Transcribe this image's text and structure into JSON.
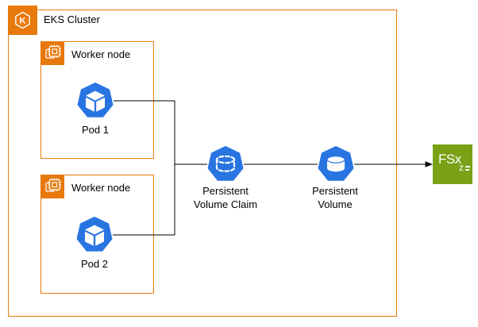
{
  "diagram": {
    "cluster": {
      "label": "EKS Cluster",
      "eks_icon_letter": "K"
    },
    "worker_nodes": [
      {
        "label": "Worker node"
      },
      {
        "label": "Worker node"
      }
    ],
    "pods": [
      {
        "label": "Pod 1"
      },
      {
        "label": "Pod 2"
      }
    ],
    "pvc": {
      "label_line1": "Persistent",
      "label_line2": "Volume Claim"
    },
    "pv": {
      "label_line1": "Persistent",
      "label_line2": "Volume"
    },
    "fsx": {
      "label": "FSx",
      "sub": "z"
    }
  },
  "colors": {
    "orange": "#E8790C",
    "blue": "#2875E2",
    "green": "#7AA116",
    "line": "#000000",
    "bg": "#FFFFFF",
    "text": "#000000"
  }
}
